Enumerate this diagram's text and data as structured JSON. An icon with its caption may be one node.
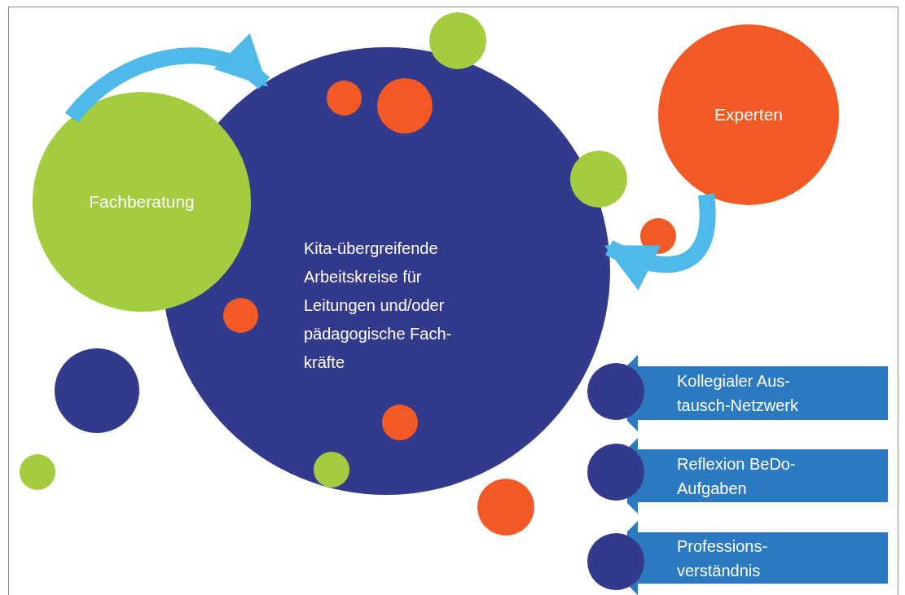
{
  "diagram": {
    "nodes": [
      {
        "text": [
          "Kita-übergreifende Arbeitskreise für Leitungen und/oder pädagogische Fach- kräfte"
        ]
      },
      {
        "text": [],
        "shape": "circle",
        "in": 0
      },
      {
        "text": [],
        "shape": "circle",
        "in": 0
      },
      {
        "text": [],
        "shape": "circle",
        "in": 0
      },
      {
        "text": [],
        "shape": "circle",
        "in": 0
      },
      {
        "text": [
          "Fachberatung"
        ]
      },
      {
        "text": [
          "Experten"
        ]
      },
      {
        "text": [
          "Kollegialer Aus- tausch-Netzwerk"
        ]
      },
      {
        "text": [
          "Reflexion BeDo- Aufgaben"
        ]
      },
      {
        "text": [
          "Professions- verständnis"
        ]
      },
      {
        "text": [],
        "shape": "circle"
      },
      {
        "text": [],
        "shape": "circle"
      },
      {
        "text": [],
        "shape": "circle"
      },
      {
        "text": [],
        "shape": "circle"
      },
      {
        "text": [],
        "shape": "circle"
      },
      {
        "text": [],
        "shape": "circle",
        "in": 0
      },
      {
        "text": [],
        "shape": "circle"
      },
      {
        "text": [],
        "shape": "circle"
      },
      {
        "text": [],
        "shape": "circle"
      },
      {
        "text": [],
        "shape": "circle"
      }
    ],
    "edges": [
      {
        "from": 5,
        "to": 0,
        "arrow": "to"
      },
      {
        "from": 6,
        "to": 0,
        "arrow": "to"
      }
    ]
  }
}
